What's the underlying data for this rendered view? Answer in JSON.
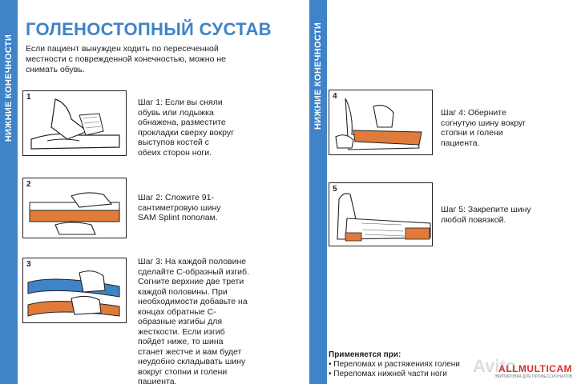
{
  "sidebar": {
    "label": "НИЖНИЕ КОНЕЧНОСТИ"
  },
  "title": "ГОЛЕНОСТОПНЫЙ СУСТАВ",
  "intro": "Если пациент вынужден ходить по пересеченной местности с поврежденной конечностью, можно не снимать обувь.",
  "steps": [
    {
      "num": "1",
      "text": "Шаг 1: Если вы сняли обувь или лодыжка обнажена, разместите прокладки сверху вокруг выступов костей с обеих сторон ноги."
    },
    {
      "num": "2",
      "text": "Шаг 2: Сложите 91-сантиметровую шину SAM Splint пополам."
    },
    {
      "num": "3",
      "text": "Шаг 3: На каждой половине сделайте С-образный изгиб. Согните верхние две трети каждой половины. При необходимости добавьте на концах обратные С-образные изгибы для жесткости. Если изгиб пойдет ниже, то шина станет жестче и вам будет неудобно складывать шину вокруг стопни и голени пациента."
    },
    {
      "num": "4",
      "text": "Шаг 4: Оберните согнутую шину вокруг стопни и голени пациента."
    },
    {
      "num": "5",
      "text": "Шаг 5: Закрепите шину любой повязкой."
    }
  ],
  "applies": {
    "heading": "Применяется при:",
    "items": [
      "• Переломах и растяжениях голени",
      "• Переломах нижней части ноги"
    ]
  },
  "brand": {
    "name": "ALLMULTICAM",
    "sub": "ЭКИПИРОВКА ДЛЯ ПРОФЕССИОНАЛОВ"
  },
  "watermark": "Avito",
  "colors": {
    "accent": "#3f83c8",
    "splint_orange": "#e07b3a",
    "splint_blue": "#3f83c8"
  }
}
